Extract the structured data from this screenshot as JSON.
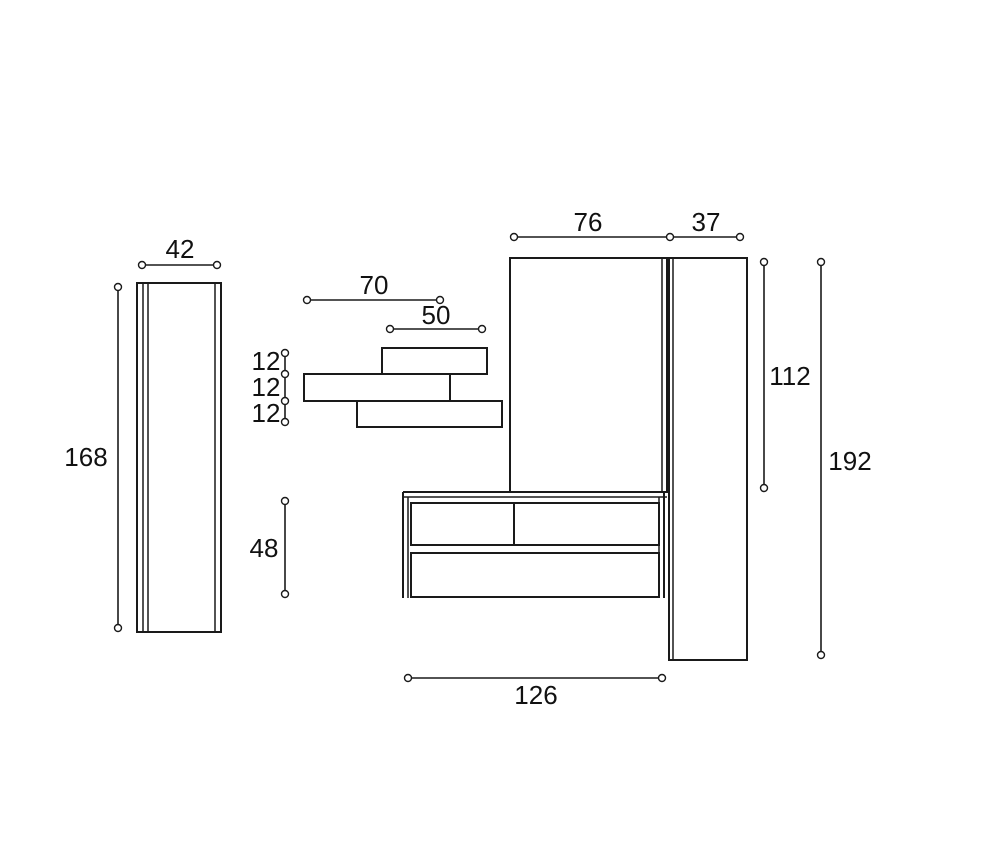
{
  "diagram": {
    "units": "cm",
    "line_color": "#1a1a1a",
    "components": [
      {
        "id": "tall-side-panel",
        "width": "42",
        "height": "168"
      },
      {
        "id": "shelf-top",
        "width": "50",
        "thickness": "12"
      },
      {
        "id": "shelf-middle",
        "width": "70",
        "thickness": "12"
      },
      {
        "id": "shelf-bottom",
        "thickness": "12"
      },
      {
        "id": "base-unit",
        "width": "126",
        "height": "48"
      },
      {
        "id": "wall-cabinet",
        "width": "76",
        "height": "112"
      },
      {
        "id": "tall-column",
        "width": "37",
        "height": "192"
      }
    ],
    "dimension_labels": {
      "w42": "42",
      "h168": "168",
      "w70": "70",
      "w50": "50",
      "t12_top": "12",
      "t12_mid": "12",
      "t12_bot": "12",
      "h48": "48",
      "w126": "126",
      "w76": "76",
      "w37": "37",
      "h112": "112",
      "h192": "192"
    }
  }
}
